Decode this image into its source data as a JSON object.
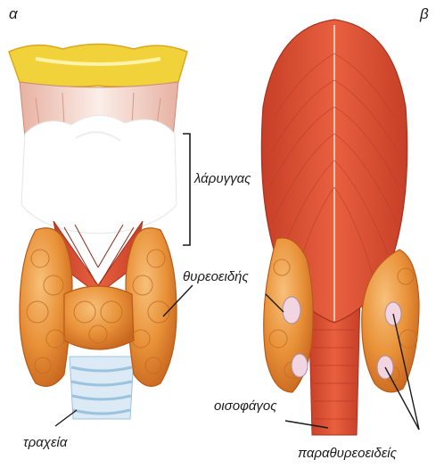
{
  "panels": {
    "left_letter": "α",
    "right_letter": "β"
  },
  "labels": {
    "larynx": "λάρυγγας",
    "thyroid": "θυρεοειδής",
    "trachea": "τραχεία",
    "esophagus": "οισοφάγος",
    "parathyroids": "παραθυρεοειδείς"
  },
  "colors": {
    "muscle": "#e0553a",
    "gland": "#e9933a",
    "cartilage": "#f6e3dc",
    "hyoid": "#f2d23a",
    "parathyroid": "#f1d6e2",
    "trachea_ring": "#cfe4f2"
  }
}
